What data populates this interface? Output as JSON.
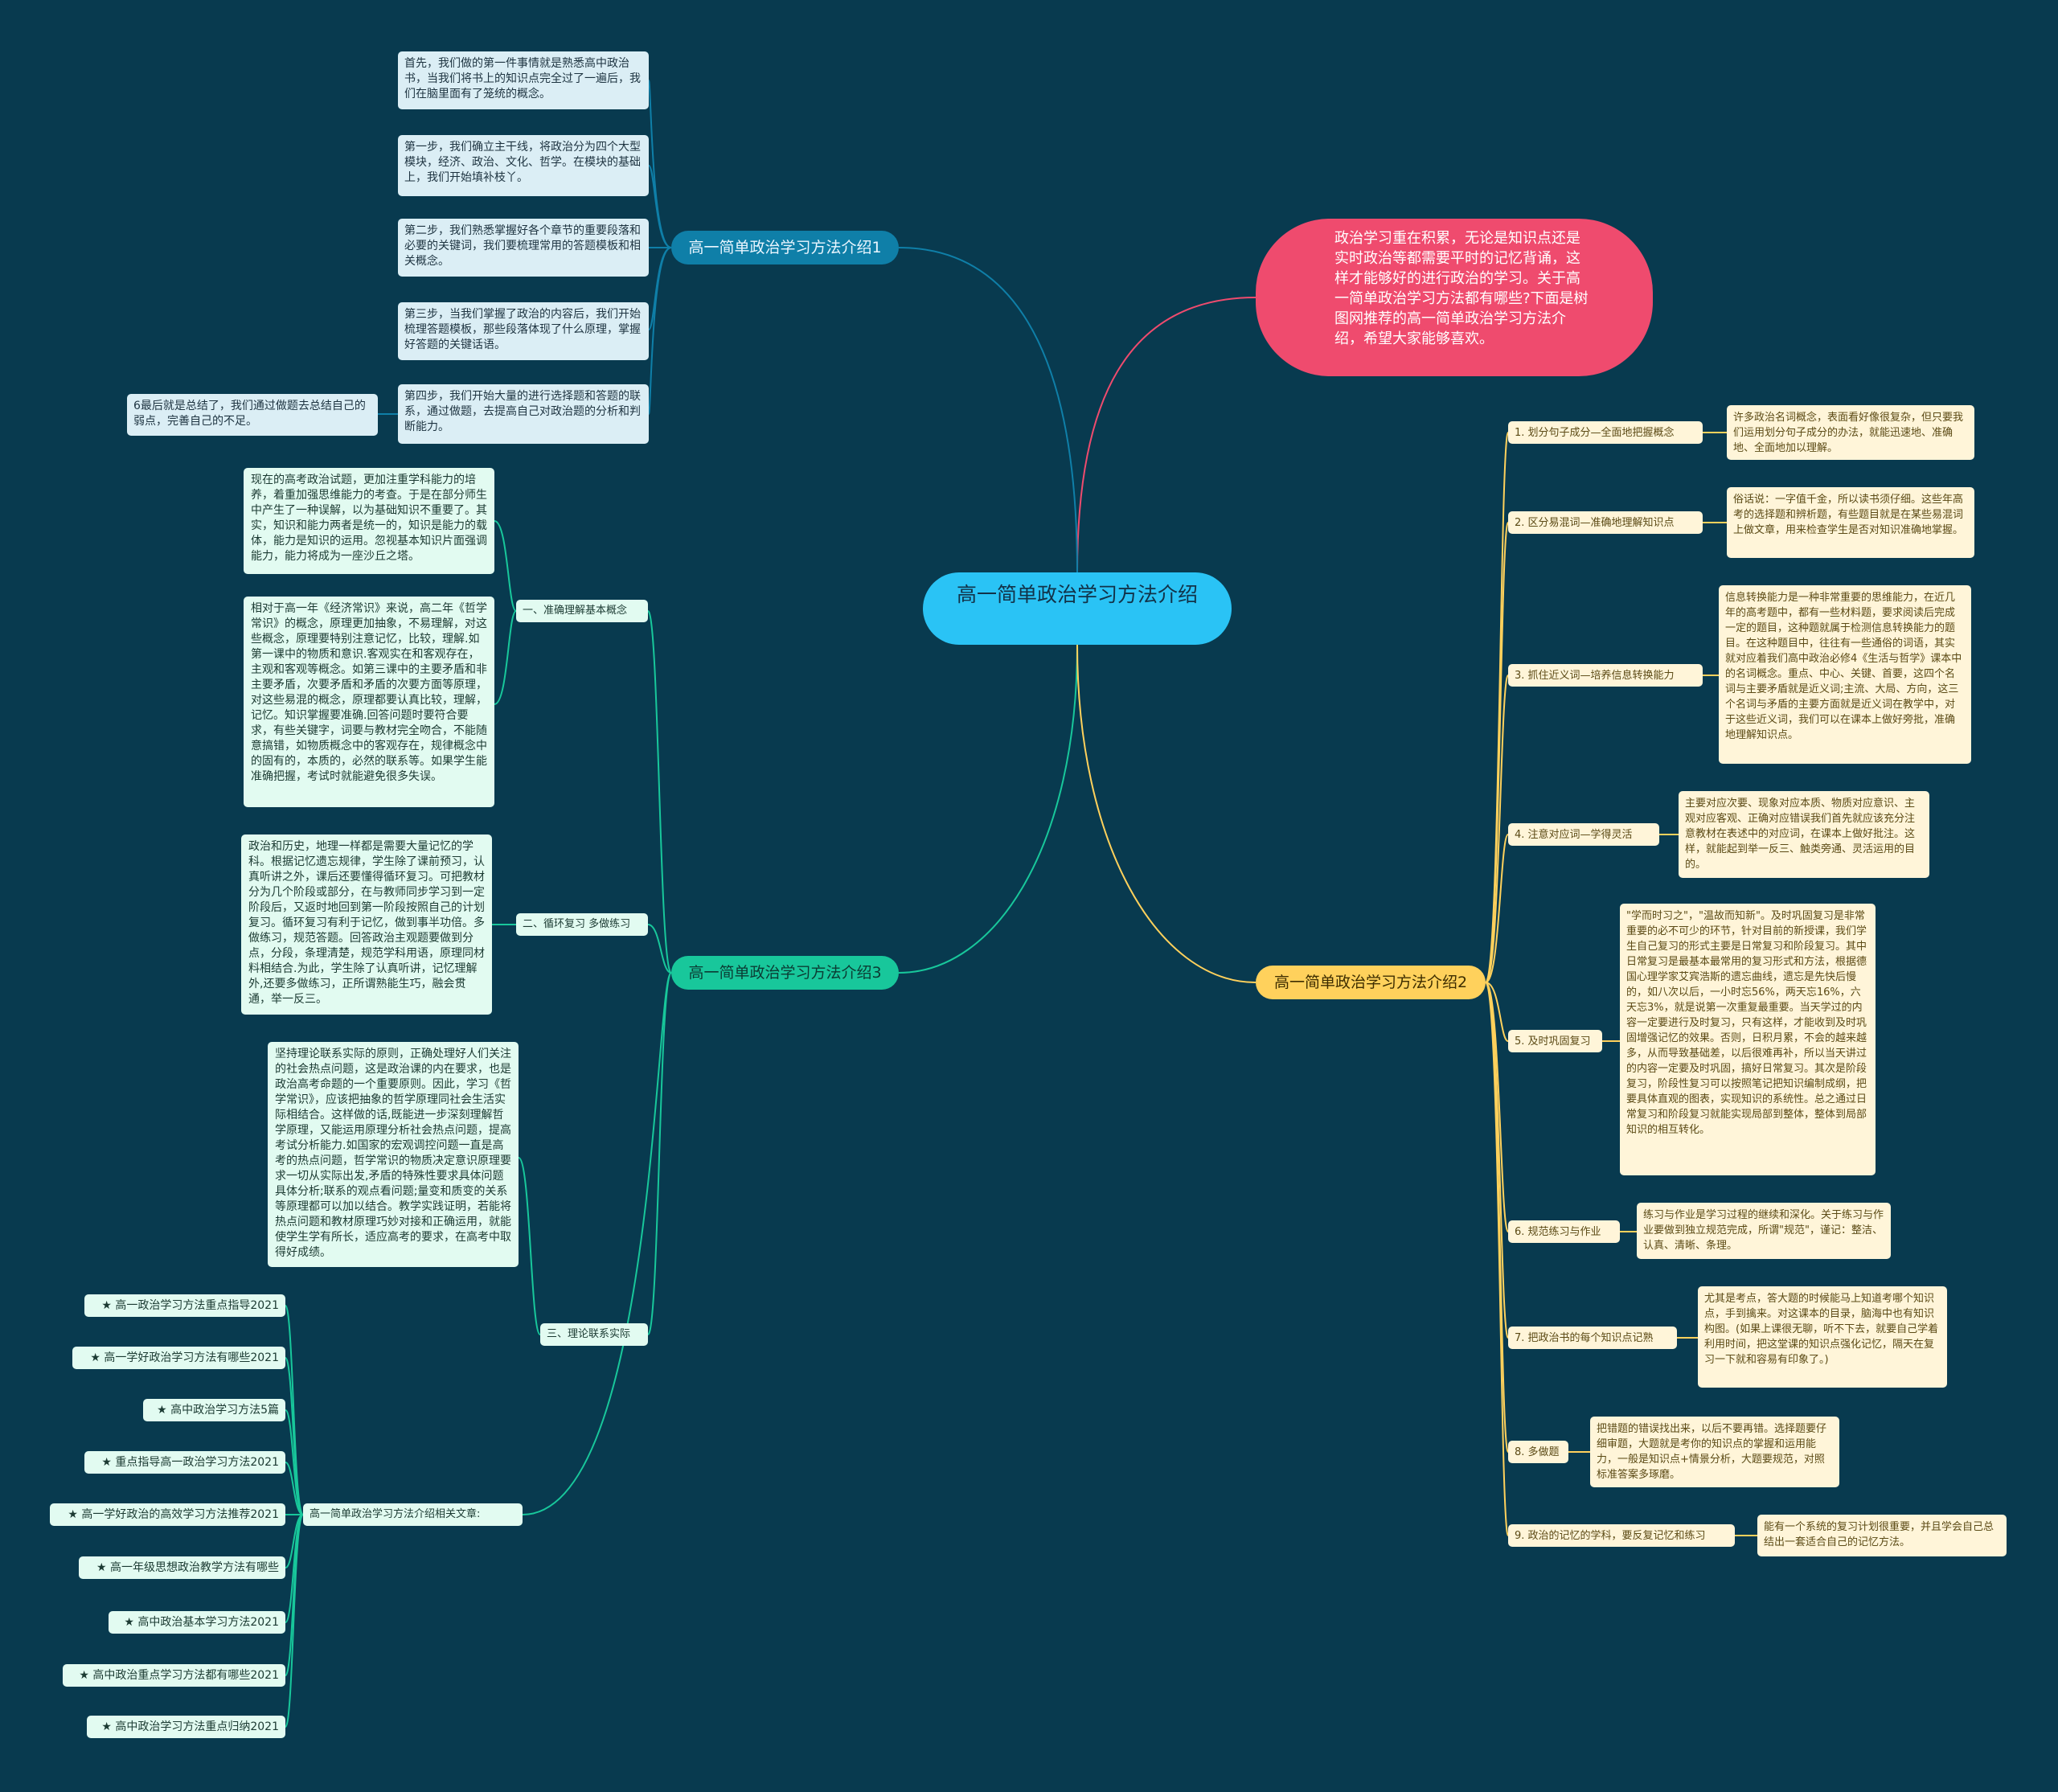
{
  "root": {
    "title": "高一简单政治学习方法介绍"
  },
  "intro": {
    "text": "政治学习重在积累，无论是知识点还是实时政治等都需要平时的记忆背诵，这样才能够好的进行政治的学习。关于高一简单政治学习方法都有哪些?下面是树图网推荐的高一简单政治学习方法介绍，希望大家能够喜欢。"
  },
  "branch1": {
    "title": "高一简单政治学习方法介绍1",
    "items": [
      "首先，我们做的第一件事情就是熟悉高中政治书，当我们将书上的知识点完全过了一遍后，我们在脑里面有了笼统的概念。",
      "第一步，我们确立主干线，将政治分为四个大型模块，经济、政治、文化、哲学。在模块的基础上，我们开始填补枝丫。",
      "第二步，我们熟悉掌握好各个章节的重要段落和必要的关键词，我们要梳理常用的答题模板和相关概念。",
      "第三步，当我们掌握了政治的内容后，我们开始梳理答题模板，那些段落体现了什么原理，掌握好答题的关键话语。",
      "第四步，我们开始大量的进行选择题和答题的联系，通过做题，去提高自己对政治题的分析和判断能力。"
    ],
    "extra": "6最后就是总结了，我们通过做题去总结自己的弱点，完善自己的不足。"
  },
  "branch3": {
    "title": "高一简单政治学习方法介绍3",
    "subs": [
      {
        "label": "一、准确理解基本概念",
        "details": [
          "现在的高考政治试题，更加注重学科能力的培养，着重加强思维能力的考查。于是在部分师生中产生了一种误解，以为基础知识不重要了。其实，知识和能力两者是统一的，知识是能力的载体，能力是知识的运用。忽视基本知识片面强调能力，能力将成为一座沙丘之塔。",
          "相对于高一年《经济常识》来说，高二年《哲学常识》的概念，原理更加抽象，不易理解，对这些概念，原理要特别注意记忆，比较，理解.如第一课中的物质和意识.客观实在和客观存在，主观和客观等概念。如第三课中的主要矛盾和非主要矛盾，次要矛盾和矛盾的次要方面等原理，对这些易混的概念，原理都要认真比较，理解，记忆。知识掌握要准确.回答问题时要符合要求，有些关键字，词要与教材完全吻合，不能随意搞错，如物质概念中的客观存在，规律概念中的固有的，本质的，必然的联系等。如果学生能准确把握，考试时就能避免很多失误。"
        ]
      },
      {
        "label": "二、循环复习 多做练习",
        "details": [
          "政治和历史，地理一样都是需要大量记忆的学科。根据记忆遗忘规律，学生除了课前预习，认真听讲之外，课后还要懂得循环复习。可把教材分为几个阶段或部分，在与教师同步学习到一定阶段后，又返时地回到第一阶段按照自己的计划复习。循环复习有利于记忆，做到事半功倍。多做练习，规范答题。回答政治主观题要做到分点，分段，条理清楚，规范学科用语，原理同材料相结合.为此，学生除了认真听讲，记忆理解外,还要多做练习，正所谓熟能生巧，融会贯通，举一反三。"
        ]
      },
      {
        "label": "三、理论联系实际",
        "details": [
          "坚持理论联系实际的原则，正确处理好人们关注的社会热点问题，这是政治课的内在要求，也是政治高考命题的一个重要原则。因此，学习《哲学常识》，应该把抽象的哲学原理同社会生活实际相结合。这样做的话,既能进一步深刻理解哲学原理，又能运用原理分析社会热点问题，提高考试分析能力.如国家的宏观调控问题一直是高考的热点问题，哲学常识的物质决定意识原理要求一切从实际出发,矛盾的特殊性要求具体问题具体分析;联系的观点看问题;量变和质变的关系等原理都可以加以结合。教学实践证明，若能将热点问题和教材原理巧妙对接和正确运用，就能使学生学有所长，适应高考的要求，在高考中取得好成绩。"
        ]
      },
      {
        "label": "高一简单政治学习方法介绍相关文章:",
        "details": [
          "★ 高一政治学习方法重点指导2021",
          "★ 高一学好政治学习方法有哪些2021",
          "★ 高中政治学习方法5篇",
          "★ 重点指导高一政治学习方法2021",
          "★ 高一学好政治的高效学习方法推荐2021",
          "★ 高一年级思想政治教学方法有哪些",
          "★ 高中政治基本学习方法2021",
          "★ 高中政治重点学习方法都有哪些2021",
          "★ 高中政治学习方法重点归纳2021"
        ]
      }
    ]
  },
  "branch2": {
    "title": "高一简单政治学习方法介绍2",
    "subs": [
      {
        "label": "1. 划分句子成分—全面地把握概念",
        "detail": "许多政治名词概念，表面看好像很复杂，但只要我们运用划分句子成分的办法，就能迅速地、准确地、全面地加以理解。"
      },
      {
        "label": "2. 区分易混词—准确地理解知识点",
        "detail": "俗话说：一字值千金，所以读书须仔细。这些年高考的选择题和辨析题，有些题目就是在某些易混词上做文章，用来检查学生是否对知识准确地掌握。"
      },
      {
        "label": "3. 抓住近义词—培养信息转换能力",
        "detail": "信息转换能力是一种非常重要的思维能力，在近几年的高考题中，都有一些材料题，要求阅读后完成一定的题目，这种题就属于检测信息转换能力的题目。在这种题目中，往往有一些通俗的词语，其实就对应着我们高中政治必修4《生活与哲学》课本中的名词概念。重点、中心、关键、首要，这四个名词与主要矛盾就是近义词;主流、大局、方向，这三个名词与矛盾的主要方面就是近义词在教学中，对于这些近义词，我们可以在课本上做好旁批，准确地理解知识点。"
      },
      {
        "label": "4. 注意对应词—学得灵活",
        "detail": "主要对应次要、现象对应本质、物质对应意识、主观对应客观、正确对应错误我们首先就应该充分注意教材在表述中的对应词，在课本上做好批注。这样，就能起到举一反三、触类旁通、灵活运用的目的。"
      },
      {
        "label": "5. 及时巩固复习",
        "detail": "\"学而时习之\"，\"温故而知新\"。及时巩固复习是非常重要的必不可少的环节，针对目前的新授课，我们学生自己复习的形式主要是日常复习和阶段复习。其中日常复习是最基本最常用的复习形式和方法，根据德国心理学家艾宾浩斯的遗忘曲线，遗忘是先快后慢的，如八次以后，一小时忘56%，两天忘16%，六天忘3%，就是说第一次重复最重要。当天学过的内容一定要进行及时复习，只有这样，才能收到及时巩固增强记忆的效果。否则，日积月累，不会的越来越多，从而导致基础差，以后很难再补，所以当天讲过的内容一定要及时巩固，搞好日常复习。其次是阶段复习，阶段性复习可以按照笔记把知识编制成纲，把要具体直观的图表，实现知识的系统性。总之通过日常复习和阶段复习就能实现局部到整体，整体到局部知识的相互转化。"
      },
      {
        "label": "6. 规范练习与作业",
        "detail": "练习与作业是学习过程的继续和深化。关于练习与作业要做到独立规范完成，所谓\"规范\"，谨记：整洁、认真、清晰、条理。"
      },
      {
        "label": "7. 把政治书的每个知识点记熟",
        "detail": "尤其是考点，答大题的时候能马上知道考哪个知识点，手到擒来。对这课本的目录，脑海中也有知识构图。(如果上课很无聊，听不下去，就要自己学着利用时间，把这堂课的知识点强化记忆，隔天在复习一下就和容易有印象了。)"
      },
      {
        "label": "8. 多做题",
        "detail": "把错题的错误找出来，以后不要再错。选择题要仔细审题，大题就是考你的知识点的掌握和运用能力，一般是知识点+情景分析，大题要规范，对照标准答案多琢磨。"
      },
      {
        "label": "9. 政治的记忆的学科，要反复记忆和练习",
        "detail": "能有一个系统的复习计划很重要，并且学会自己总结出一套适合自己的记忆方法。"
      }
    ]
  },
  "colors": {
    "background": "#083a4f",
    "root": "#2ac3f5",
    "intro": "#ef4b6e",
    "branch1": "#0f7fa8",
    "branch3": "#18c79b",
    "branch2": "#ffd15c"
  }
}
